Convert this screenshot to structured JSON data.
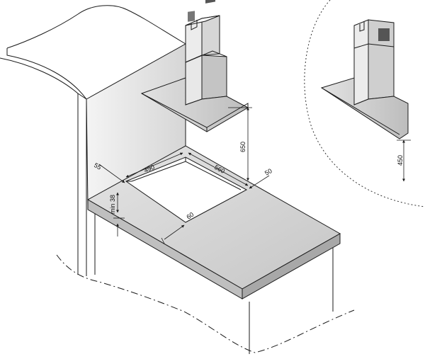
{
  "dimensions": {
    "d55": "55",
    "d490": "490",
    "d560": "560",
    "d50": "50",
    "d650": "650",
    "dmin38": "min 38",
    "d60": "60",
    "d450": "450"
  },
  "colors": {
    "worktop_top": "#d9d9d9",
    "worktop_front": "#b3b3b3",
    "wall": "#e6e6e6",
    "cutout": "#ffffff",
    "line": "#1a1a1a"
  }
}
